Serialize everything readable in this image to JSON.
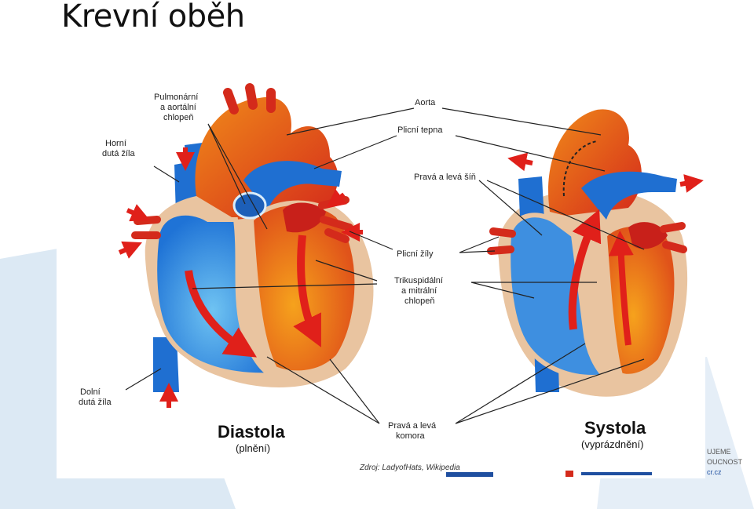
{
  "title": "Krevní oběh",
  "labels": {
    "valves_pa": [
      "Pulmonární",
      "a aortální",
      "chlopeň"
    ],
    "svc": [
      "Horní",
      "dutá žíla"
    ],
    "ivc": [
      "Dolní",
      "dutá žíla"
    ],
    "aorta": "Aorta",
    "pulm_artery": "Plicní tepna",
    "atria": "Pravá a levá šíň",
    "pulm_veins": "Plicní žíly",
    "av_valves": [
      "Trikuspidální",
      "a mitrální",
      "chlopeň"
    ],
    "ventricles": [
      "Pravá a levá",
      "komora"
    ]
  },
  "diastola": {
    "name": "Diastola",
    "sub": "(plnění)"
  },
  "systola": {
    "name": "Systola",
    "sub": "(vyprázdnění)"
  },
  "source": "Zdroj: LadyofHats, Wikipedia",
  "footer": {
    "line1": "UJEME",
    "line2": "OUCNOST",
    "line3": "cr.cz"
  },
  "colors": {
    "deco": "#dce9f4",
    "artery": "#d62a1c",
    "vein": "#1f6fd1",
    "tissue": "#e9c4a0"
  }
}
